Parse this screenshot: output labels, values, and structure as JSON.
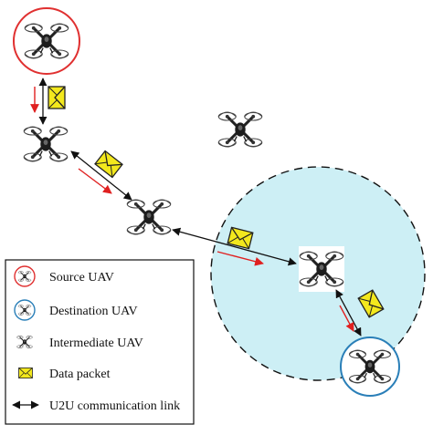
{
  "legend": {
    "items": [
      {
        "key": "source",
        "label": "Source UAV"
      },
      {
        "key": "destination",
        "label": "Destination UAV"
      },
      {
        "key": "intermediate",
        "label": "Intermediate UAV"
      },
      {
        "key": "packet",
        "label": "Data packet"
      },
      {
        "key": "link",
        "label": "U2U communication link"
      }
    ]
  },
  "colors": {
    "source_ring": "#e03030",
    "destination_ring": "#2a7fb8",
    "coverage_fill": "#cdeff5",
    "packet_fill": "#f3e81d",
    "flow_arrow": "#e02020",
    "link_arrow": "#111111"
  },
  "icons": {
    "uav": "quadcopter-icon",
    "packet": "envelope-icon",
    "link": "double-arrow-icon"
  }
}
